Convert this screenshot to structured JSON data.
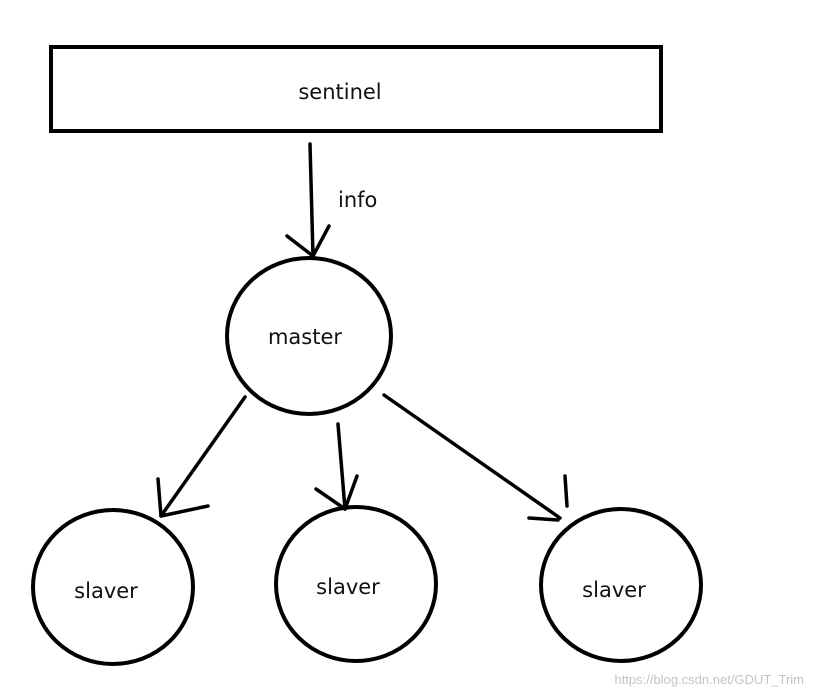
{
  "diagram": {
    "nodes": {
      "sentinel": {
        "label": "sentinel"
      },
      "master": {
        "label": "master"
      },
      "slaves": [
        {
          "label": "slaver"
        },
        {
          "label": "slaver"
        },
        {
          "label": "slaver"
        }
      ]
    },
    "edges": {
      "sentinel_to_master": {
        "label": "info"
      }
    },
    "colors": {
      "stroke": "#000000",
      "background": "#ffffff",
      "watermark": "#c4c4c4"
    }
  },
  "watermark": {
    "text": "https://blog.csdn.net/GDUT_Trim"
  }
}
